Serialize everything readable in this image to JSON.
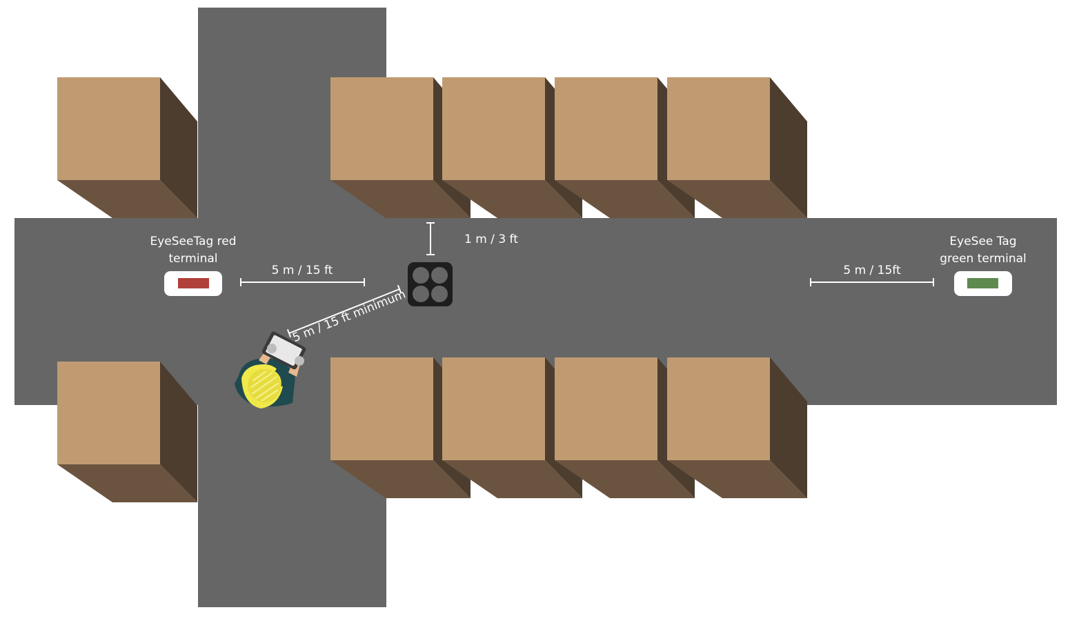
{
  "labels": {
    "red_terminal_line1": "EyeSeeTag red",
    "red_terminal_line2": "terminal",
    "green_terminal_line1": "EyeSee Tag",
    "green_terminal_line2": "green terminal",
    "dist_left": "5 m / 15 ft",
    "dist_right": "5 m / 15ft",
    "dist_vertical": "1 m / 3 ft",
    "dist_diagonal": "5 m / 15 ft minimum"
  },
  "colors": {
    "aisle": "#666666",
    "box_top": "#c09b72",
    "box_front": "#6a5440",
    "box_side": "#4c3d2f",
    "red_indicator": "#b0403a",
    "green_indicator": "#5e8a50",
    "worker_vest": "#f1e94a",
    "worker_shirt": "#1f4a4f",
    "tablet": "#3a3a3a",
    "antenna": "#1e1e1e"
  },
  "icons": {
    "antenna": "four-circle-antenna-icon",
    "worker": "worker-with-tablet-icon",
    "red_terminal": "red-terminal-icon",
    "green_terminal": "green-terminal-icon"
  }
}
